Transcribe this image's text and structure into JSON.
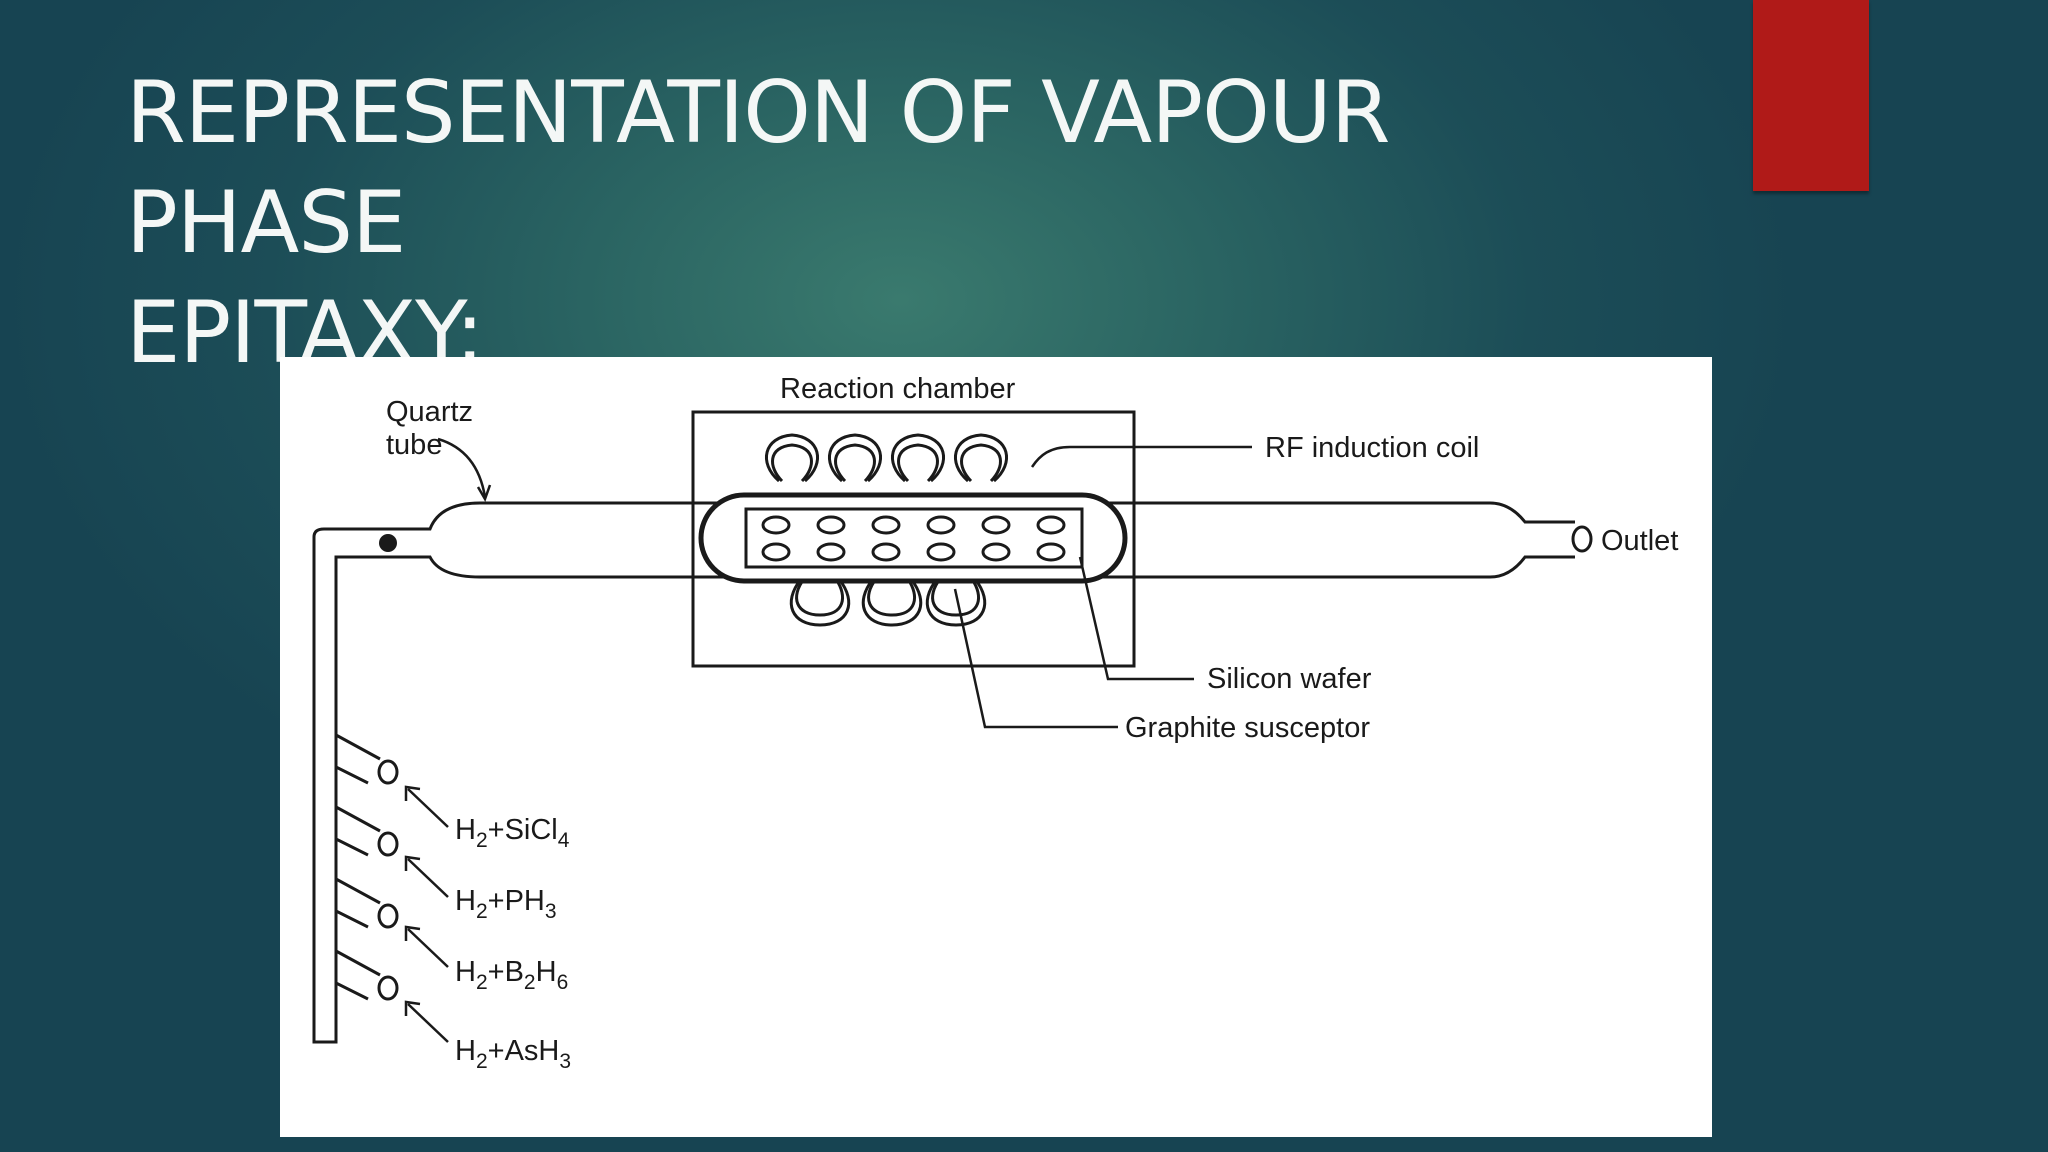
{
  "slide": {
    "title_line1": "REPRESENTATION OF VAPOUR PHASE",
    "title_line2": "EPITAXY:",
    "accent_color": "#b01a18"
  },
  "diagram": {
    "labels": {
      "quartz_line1": "Quartz",
      "quartz_line2": "tube",
      "reaction_chamber": "Reaction chamber",
      "rf_coil": "RF induction coil",
      "outlet": "Outlet",
      "silicon_wafer": "Silicon wafer",
      "graphite_susceptor": "Graphite susceptor"
    },
    "gas_inlets": [
      {
        "pre": "H",
        "s1": "2",
        "mid": "+SiCl",
        "s2": "4",
        "post": "",
        "s3": ""
      },
      {
        "pre": "H",
        "s1": "2",
        "mid": "+PH",
        "s2": "3",
        "post": "",
        "s3": ""
      },
      {
        "pre": "H",
        "s1": "2",
        "mid": "+B",
        "s2": "2",
        "post": "H",
        "s3": "6"
      },
      {
        "pre": "H",
        "s1": "2",
        "mid": "+AsH",
        "s2": "3",
        "post": "",
        "s3": ""
      }
    ]
  }
}
